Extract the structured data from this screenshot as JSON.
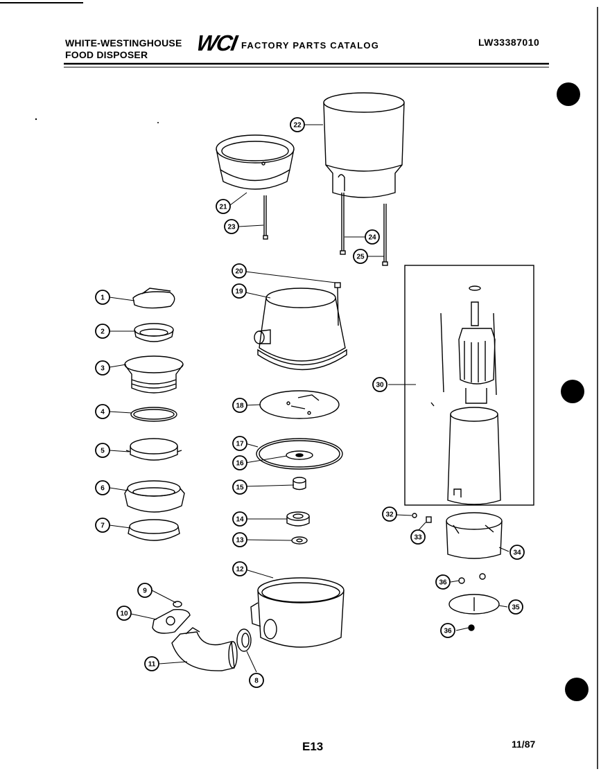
{
  "header": {
    "brand_line1": "WHITE-WESTINGHOUSE",
    "brand_line2": "FOOD DISPOSER",
    "logo_text": "WCI",
    "catalog_title": "FACTORY PARTS CATALOG",
    "model_number": "LW33387010"
  },
  "footer": {
    "page_number": "E13",
    "date": "11/87"
  },
  "callouts": [
    "1",
    "2",
    "3",
    "4",
    "5",
    "6",
    "7",
    "8",
    "9",
    "10",
    "11",
    "12",
    "13",
    "14",
    "15",
    "16",
    "17",
    "18",
    "19",
    "20",
    "21",
    "22",
    "23",
    "24",
    "25",
    "30",
    "32",
    "33",
    "34",
    "35",
    "36",
    "36"
  ]
}
